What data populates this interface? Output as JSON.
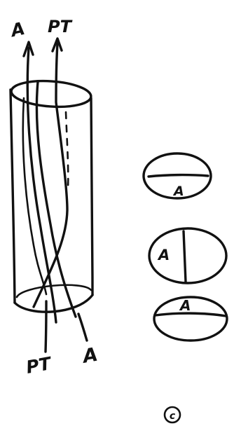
{
  "labels": {
    "top_left": "A",
    "top_right": "PT",
    "bottom_left": "PT",
    "bottom_right": "A",
    "section_top": "A",
    "section_middle": "A",
    "section_bottom": "A",
    "panel_letter": "c"
  }
}
